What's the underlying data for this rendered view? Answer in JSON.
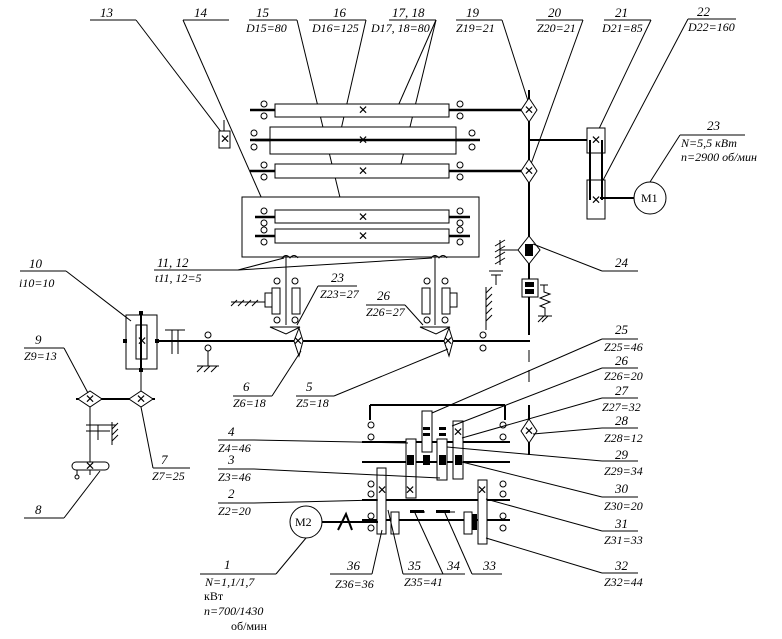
{
  "labels": {
    "l13": "13",
    "l14": "14",
    "l15": "15",
    "l15v": "D15=80",
    "l16": "16",
    "l16v": "D16=125",
    "l1718": "17, 18",
    "l1718v": "D17, 18=80",
    "l19": "19",
    "l19v": "Z19=21",
    "l20": "20",
    "l20v": "Z20=21",
    "l21": "21",
    "l21v": "D21=85",
    "l22": "22",
    "l22v": "D22=160",
    "l23m": "23",
    "l23m1": "N=5,5 кВт",
    "l23m2": "n=2900 об/мин",
    "l24": "24",
    "l25": "25",
    "l25v": "Z25=46",
    "l26r": "26",
    "l26rv": "Z26=20",
    "l27": "27",
    "l27v": "Z27=32",
    "l28": "28",
    "l28v": "Z28=12",
    "l29": "29",
    "l29v": "Z29=34",
    "l30": "30",
    "l30v": "Z30=20",
    "l31": "31",
    "l31v": "Z31=33",
    "l32": "32",
    "l32v": "Z32=44",
    "l10": "10",
    "l10v": "i10=10",
    "l1112": "11, 12",
    "l1112v": "t11, 12=5",
    "l23g": "23",
    "l23gv": "Z23=27",
    "l26g": "26",
    "l26gv": "Z26=27",
    "l9": "9",
    "l9v": "Z9=13",
    "l7": "7",
    "l7v": "Z7=25",
    "l8": "8",
    "l6": "6",
    "l6v": "Z6=18",
    "l5": "5",
    "l5v": "Z5=18",
    "l4": "4",
    "l4v": "Z4=46",
    "l3": "3",
    "l3v": "Z3=46",
    "l2": "2",
    "l2v": "Z2=20",
    "l1": "1",
    "l1a": "N=1,1/1,7",
    "l1b": "кВт",
    "l1c": "n=700/1430",
    "l1d": "об/мин",
    "l36": "36",
    "l36v": "Z36=36",
    "l35": "35",
    "l35v": "Z35=41",
    "l34": "34",
    "l33": "33",
    "m1": "M1",
    "m2": "M2"
  }
}
